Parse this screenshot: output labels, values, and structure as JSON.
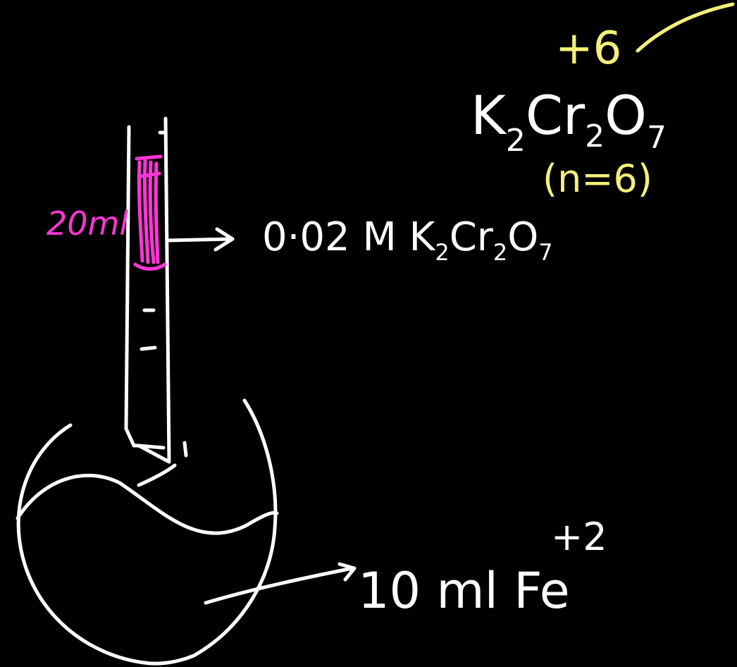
{
  "colors": {
    "background": "#000000",
    "ink": "#ffffff",
    "highlight": "#f4f07a",
    "marker": "#ff36d6"
  },
  "labels": {
    "burette_volume": "20ml",
    "titrant": "0.02M K2Cr2O7",
    "titrant_parts": {
      "prefix": "0·02 M ",
      "k": "K",
      "k_sub": "2",
      "cr": "Cr",
      "cr_sub": "2",
      "o": "O",
      "o_sub": "7"
    },
    "oxidation_state": "+6",
    "formula_parts": {
      "k": "K",
      "k_sub": "2",
      "cr": "Cr",
      "cr_sub": "2",
      "o": "O",
      "o_sub": "7"
    },
    "n_factor": "(n=6)",
    "flask_solution": "10 ml Fe",
    "flask_charge": "+2"
  }
}
